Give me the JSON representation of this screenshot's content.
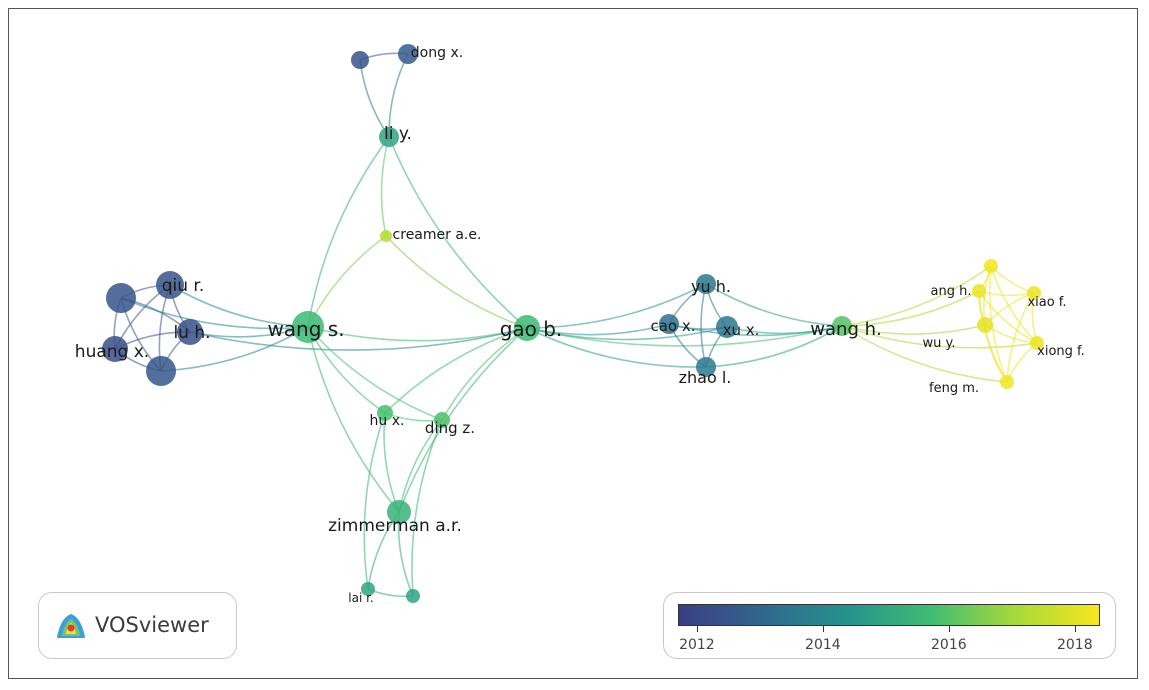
{
  "network": {
    "nodes": [
      {
        "id": "dong_x",
        "label": "dong x.",
        "year": 2012.6
      },
      {
        "id": "dong_b",
        "label": "",
        "year": 2012.4
      },
      {
        "id": "li_y",
        "label": "li y.",
        "year": 2015.0
      },
      {
        "id": "creamer",
        "label": "creamer a.e.",
        "year": 2017.3
      },
      {
        "id": "qiu_r",
        "label": "qiu r.",
        "year": 2012.4
      },
      {
        "id": "huang_a",
        "label": "",
        "year": 2012.4
      },
      {
        "id": "lu_h",
        "label": "lu h.",
        "year": 2012.3
      },
      {
        "id": "huang_x",
        "label": "huang x.",
        "year": 2012.3
      },
      {
        "id": "huang_b",
        "label": "",
        "year": 2012.5
      },
      {
        "id": "wang_s",
        "label": "wang s.",
        "year": 2015.6
      },
      {
        "id": "gao_b",
        "label": "gao b.",
        "year": 2015.6
      },
      {
        "id": "yu_h",
        "label": "yu h.",
        "year": 2013.5
      },
      {
        "id": "cao_x",
        "label": "cao x.",
        "year": 2013.3
      },
      {
        "id": "xu_x",
        "label": "xu x.",
        "year": 2013.5
      },
      {
        "id": "zhao_l",
        "label": "zhao l.",
        "year": 2013.6
      },
      {
        "id": "wang_h",
        "label": "wang h.",
        "year": 2016.0
      },
      {
        "id": "zhang_h",
        "label": "ang h.",
        "year": 2018.2
      },
      {
        "id": "yang_y",
        "label": "",
        "year": 2018.3
      },
      {
        "id": "xiao_f",
        "label": "xiao f.",
        "year": 2018.2
      },
      {
        "id": "wu_y",
        "label": "wu y.",
        "year": 2018.1
      },
      {
        "id": "xiong_f",
        "label": "xiong f.",
        "year": 2018.2
      },
      {
        "id": "feng_m",
        "label": "feng m.",
        "year": 2018.3
      },
      {
        "id": "hu_x",
        "label": "hu x.",
        "year": 2015.8
      },
      {
        "id": "ding_z",
        "label": "ding z.",
        "year": 2015.9
      },
      {
        "id": "zimmerman",
        "label": "zimmerman a.r.",
        "year": 2015.4
      },
      {
        "id": "lai_r",
        "label": "lai r.",
        "year": 2015.0
      },
      {
        "id": "lai_b",
        "label": "",
        "year": 2014.9
      }
    ],
    "links": [
      [
        "dong_x",
        "dong_b"
      ],
      [
        "dong_x",
        "li_y"
      ],
      [
        "dong_b",
        "li_y"
      ],
      [
        "li_y",
        "wang_s"
      ],
      [
        "li_y",
        "gao_b"
      ],
      [
        "li_y",
        "creamer"
      ],
      [
        "creamer",
        "wang_s"
      ],
      [
        "creamer",
        "gao_b"
      ],
      [
        "qiu_r",
        "lu_h"
      ],
      [
        "qiu_r",
        "huang_x"
      ],
      [
        "qiu_r",
        "huang_a"
      ],
      [
        "qiu_r",
        "huang_b"
      ],
      [
        "lu_h",
        "huang_x"
      ],
      [
        "lu_h",
        "huang_b"
      ],
      [
        "lu_h",
        "huang_a"
      ],
      [
        "huang_a",
        "huang_x"
      ],
      [
        "huang_x",
        "huang_b"
      ],
      [
        "huang_a",
        "huang_b"
      ],
      [
        "qiu_r",
        "wang_s"
      ],
      [
        "lu_h",
        "wang_s"
      ],
      [
        "huang_b",
        "wang_s"
      ],
      [
        "huang_a",
        "wang_s"
      ],
      [
        "lu_h",
        "gao_b"
      ],
      [
        "wang_s",
        "gao_b"
      ],
      [
        "wang_s",
        "hu_x"
      ],
      [
        "wang_s",
        "ding_z"
      ],
      [
        "wang_s",
        "zimmerman"
      ],
      [
        "gao_b",
        "hu_x"
      ],
      [
        "gao_b",
        "ding_z"
      ],
      [
        "gao_b",
        "zimmerman"
      ],
      [
        "gao_b",
        "yu_h"
      ],
      [
        "gao_b",
        "cao_x"
      ],
      [
        "gao_b",
        "xu_x"
      ],
      [
        "gao_b",
        "zhao_l"
      ],
      [
        "gao_b",
        "wang_h"
      ],
      [
        "yu_h",
        "cao_x"
      ],
      [
        "yu_h",
        "xu_x"
      ],
      [
        "yu_h",
        "zhao_l"
      ],
      [
        "yu_h",
        "wang_h"
      ],
      [
        "cao_x",
        "xu_x"
      ],
      [
        "cao_x",
        "zhao_l"
      ],
      [
        "xu_x",
        "zhao_l"
      ],
      [
        "zhao_l",
        "wang_h"
      ],
      [
        "xu_x",
        "wang_h"
      ],
      [
        "cao_x",
        "wang_h"
      ],
      [
        "wang_h",
        "zhang_h"
      ],
      [
        "wang_h",
        "wu_y"
      ],
      [
        "wang_h",
        "feng_m"
      ],
      [
        "wang_h",
        "yang_y"
      ],
      [
        "wang_h",
        "xiong_f"
      ],
      [
        "zhang_h",
        "yang_y"
      ],
      [
        "zhang_h",
        "xiao_f"
      ],
      [
        "zhang_h",
        "wu_y"
      ],
      [
        "zhang_h",
        "xiong_f"
      ],
      [
        "zhang_h",
        "feng_m"
      ],
      [
        "yang_y",
        "xiao_f"
      ],
      [
        "yang_y",
        "wu_y"
      ],
      [
        "yang_y",
        "xiong_f"
      ],
      [
        "yang_y",
        "feng_m"
      ],
      [
        "xiao_f",
        "wu_y"
      ],
      [
        "xiao_f",
        "xiong_f"
      ],
      [
        "xiao_f",
        "feng_m"
      ],
      [
        "wu_y",
        "xiong_f"
      ],
      [
        "wu_y",
        "feng_m"
      ],
      [
        "xiong_f",
        "feng_m"
      ],
      [
        "hu_x",
        "ding_z"
      ],
      [
        "hu_x",
        "zimmerman"
      ],
      [
        "ding_z",
        "zimmerman"
      ],
      [
        "zimmerman",
        "lai_r"
      ],
      [
        "zimmerman",
        "lai_b"
      ],
      [
        "lai_r",
        "lai_b"
      ],
      [
        "hu_x",
        "lai_r"
      ],
      [
        "ding_z",
        "lai_b"
      ]
    ]
  },
  "logo": {
    "text": "VOSviewer"
  },
  "legend": {
    "colormap": [
      "#3b3e84",
      "#31678d",
      "#25928c",
      "#3fbc73",
      "#a7d93a",
      "#f6e620"
    ],
    "ticks": [
      "2012",
      "2014",
      "2016",
      "2018"
    ],
    "range": [
      2011.7,
      2018.4
    ]
  }
}
